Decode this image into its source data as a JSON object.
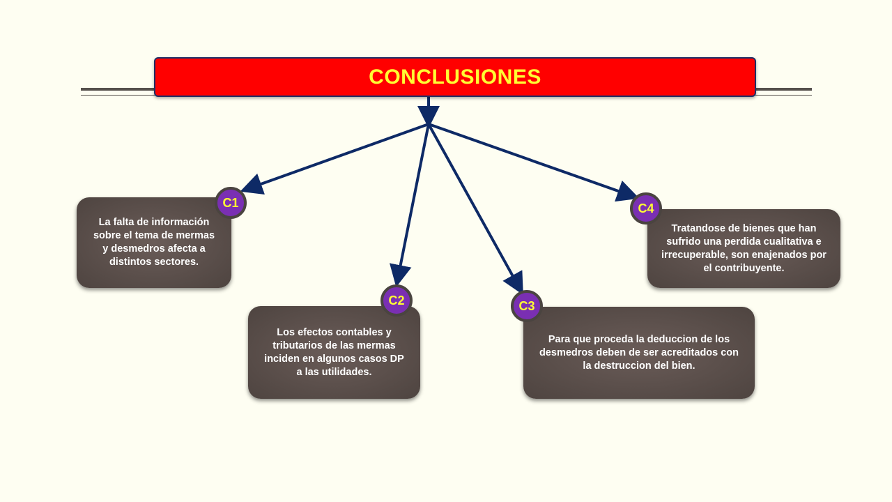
{
  "title": "CONCLUSIONES",
  "colors": {
    "title_bg": "#ff0000",
    "title_text": "#ffff33",
    "connector": "#0e2a66",
    "card_bg": "#5a4d49",
    "badge_bg": "#7a2fb3"
  },
  "conclusions": [
    {
      "badge": "C1",
      "text": "La falta de información sobre el tema de mermas y desmedros afecta a distintos sectores."
    },
    {
      "badge": "C2",
      "text": "Los efectos contables y tributarios de las mermas inciden en algunos casos DP a las utilidades."
    },
    {
      "badge": "C3",
      "text": "Para que proceda la deduccion de los desmedros deben de ser acreditados con la destruccion del bien."
    },
    {
      "badge": "C4",
      "text": "Tratandose de bienes que han sufrido una perdida cualitativa e irrecuperable, son enajenados por el contribuyente."
    }
  ]
}
